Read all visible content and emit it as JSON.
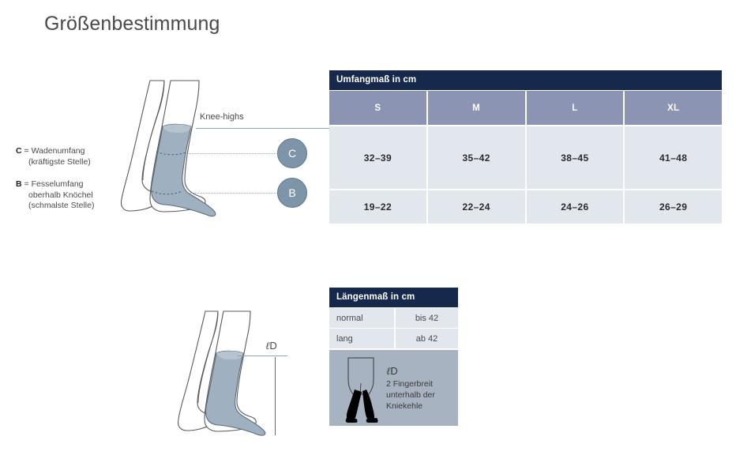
{
  "page": {
    "title": "Größenbestimmung"
  },
  "legend": {
    "items": [
      {
        "key": "C",
        "equals": "=",
        "name": "Wadenumfang",
        "detail": "(kräftigste Stelle)"
      },
      {
        "key": "B",
        "equals": "=",
        "name": "Fesselumfang",
        "detail": "oberhalb Knöchel",
        "detail2": "(schmalste Stelle)"
      }
    ]
  },
  "illustration_top": {
    "caption": "Knee-highs",
    "bubble_calf": "C",
    "bubble_ankle": "B"
  },
  "illustration_bottom": {
    "measure_label_l": "ℓ",
    "measure_label_d": "D"
  },
  "circumference_table": {
    "title": "Umfangmaß in cm",
    "sizes": [
      "S",
      "M",
      "L",
      "XL"
    ],
    "rows": [
      {
        "measure": "C",
        "values": [
          "32–39",
          "35–42",
          "38–45",
          "41–48"
        ]
      },
      {
        "measure": "B",
        "values": [
          "19–22",
          "22–24",
          "24–26",
          "26–29"
        ]
      }
    ]
  },
  "length_table": {
    "title": "Längenmaß in cm",
    "rows": [
      {
        "label": "normal",
        "value": "bis 42"
      },
      {
        "label": "lang",
        "value": "ab 42"
      }
    ],
    "note": {
      "mark_l": "ℓ",
      "mark_d": "D",
      "line1": "2 Fingerbreit",
      "line2": "unterhalb der",
      "line3": "Kniekehle"
    }
  },
  "colors": {
    "header_navy": "#16284b",
    "size_row_blue": "#8b95b3",
    "cell_light": "#e1e7ed",
    "panel_gray": "#a7b3c0",
    "bubble_blue": "#7e95a9",
    "stocking_blue": "#9fb1c0"
  }
}
